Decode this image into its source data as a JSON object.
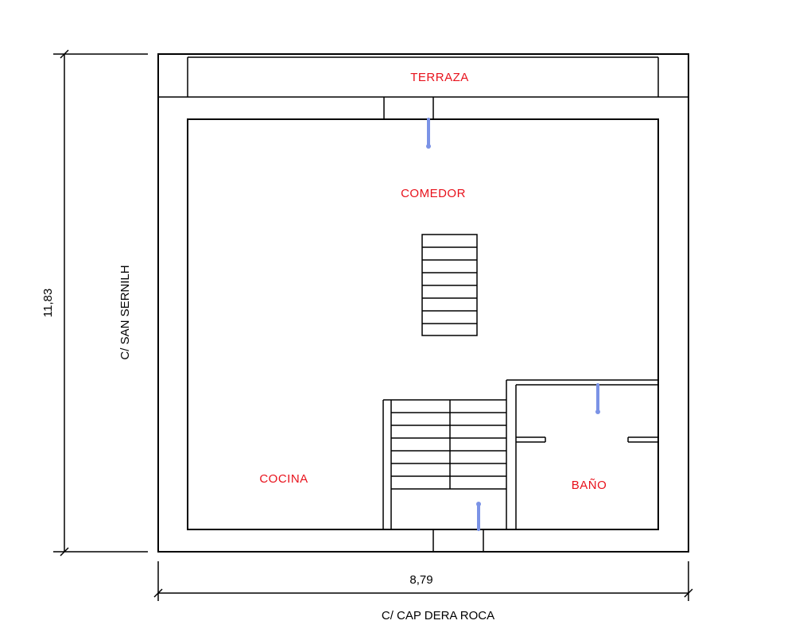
{
  "colors": {
    "room_label": "#e8121c",
    "door_marker": "#7b93e6",
    "line": "#000000"
  },
  "rooms": {
    "terraza": "TERRAZA",
    "comedor": "COMEDOR",
    "cocina": "COCINA",
    "bano": "BAÑO"
  },
  "dimensions": {
    "width": "8,79",
    "depth": "11,83"
  },
  "streets": {
    "left": "C/ SAN SERNILH",
    "bottom": "C/ CAP DERA ROCA"
  }
}
